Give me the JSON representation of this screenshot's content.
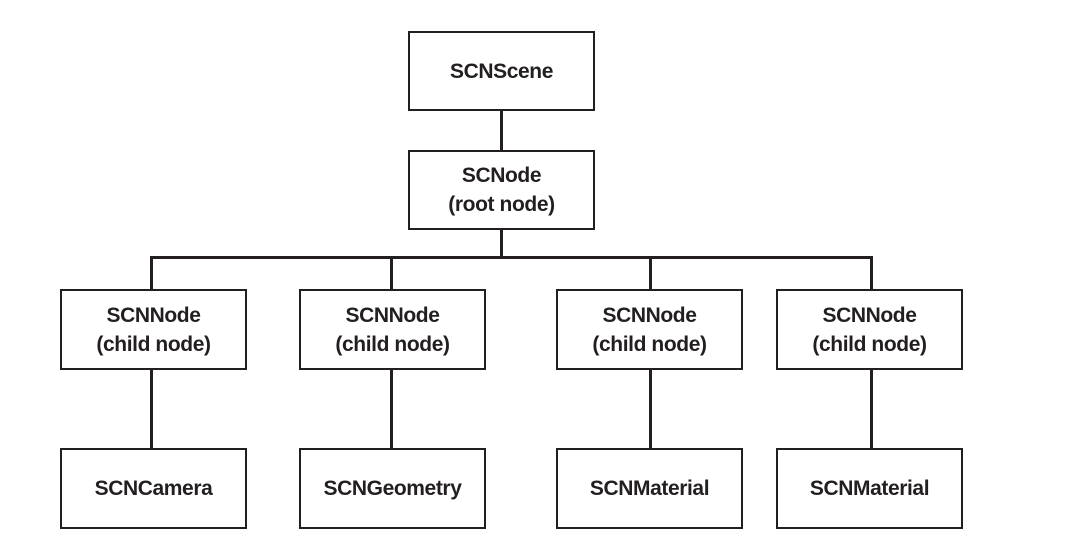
{
  "diagram": {
    "scene": {
      "title": "SCNScene"
    },
    "root": {
      "title": "SCNode",
      "subtitle": "(root node)"
    },
    "children": [
      {
        "title": "SCNNode",
        "subtitle": "(child node)",
        "leaf": "SCNCamera"
      },
      {
        "title": "SCNNode",
        "subtitle": "(child node)",
        "leaf": "SCNGeometry"
      },
      {
        "title": "SCNNode",
        "subtitle": "(child node)",
        "leaf": "SCNMaterial"
      },
      {
        "title": "SCNNode",
        "subtitle": "(child node)",
        "leaf": "SCNMaterial"
      }
    ],
    "colors": {
      "stroke": "#231f20",
      "text": "#231f20",
      "background": "#ffffff"
    }
  }
}
